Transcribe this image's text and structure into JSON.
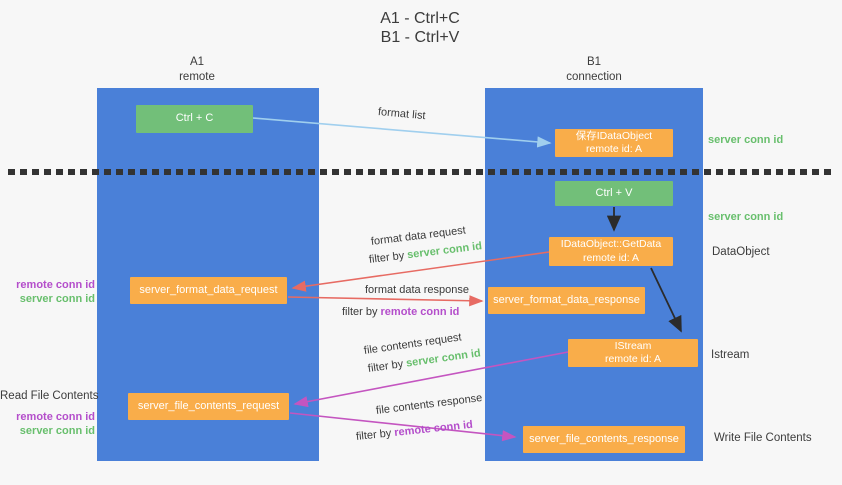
{
  "title": {
    "line1": "A1 - Ctrl+C",
    "line2": "B1 - Ctrl+V"
  },
  "columns": {
    "a": {
      "name": "A1",
      "role": "remote"
    },
    "b": {
      "name": "B1",
      "role": "connection"
    }
  },
  "nodes": {
    "ctrl_c": "Ctrl + C",
    "save_idataobject": {
      "line1": "保存IDataObject",
      "line2": "remote id: A"
    },
    "ctrl_v": "Ctrl + V",
    "getdata": {
      "line1": "IDataObject::GetData",
      "line2": "remote id: A"
    },
    "format_request": "server_format_data_request",
    "format_response": "server_format_data_response",
    "istream": {
      "line1": "IStream",
      "line2": "remote id: A"
    },
    "file_request": "server_file_contents_request",
    "file_response": "server_file_contents_response"
  },
  "edge_labels": {
    "format_list": "format list",
    "format_data_request": "format data request",
    "format_data_response": "format data response",
    "file_contents_request": "file contents request",
    "file_contents_response": "file contents response",
    "filter_by": "filter by",
    "server_conn_id": "server conn id",
    "remote_conn_id": "remote conn id"
  },
  "side_labels": {
    "server_conn_id": "server conn id",
    "remote_conn_id": "remote conn id",
    "dataobject": "DataObject",
    "istream": "Istream",
    "read_file_contents": "Read File Contents",
    "write_file_contents": "Write File Contents"
  },
  "colors": {
    "background": "#f7f7f7",
    "column_blue": "#4a80d8",
    "node_green": "#72bf79",
    "node_orange": "#f9ad4a",
    "arrow_blue": "#a0cfee",
    "arrow_red": "#e76b63",
    "arrow_magenta": "#c455c0",
    "arrow_black": "#2b2b2b",
    "label_green": "#68bf6d",
    "label_purple": "#b44ecb",
    "dash_line": "#333333"
  }
}
